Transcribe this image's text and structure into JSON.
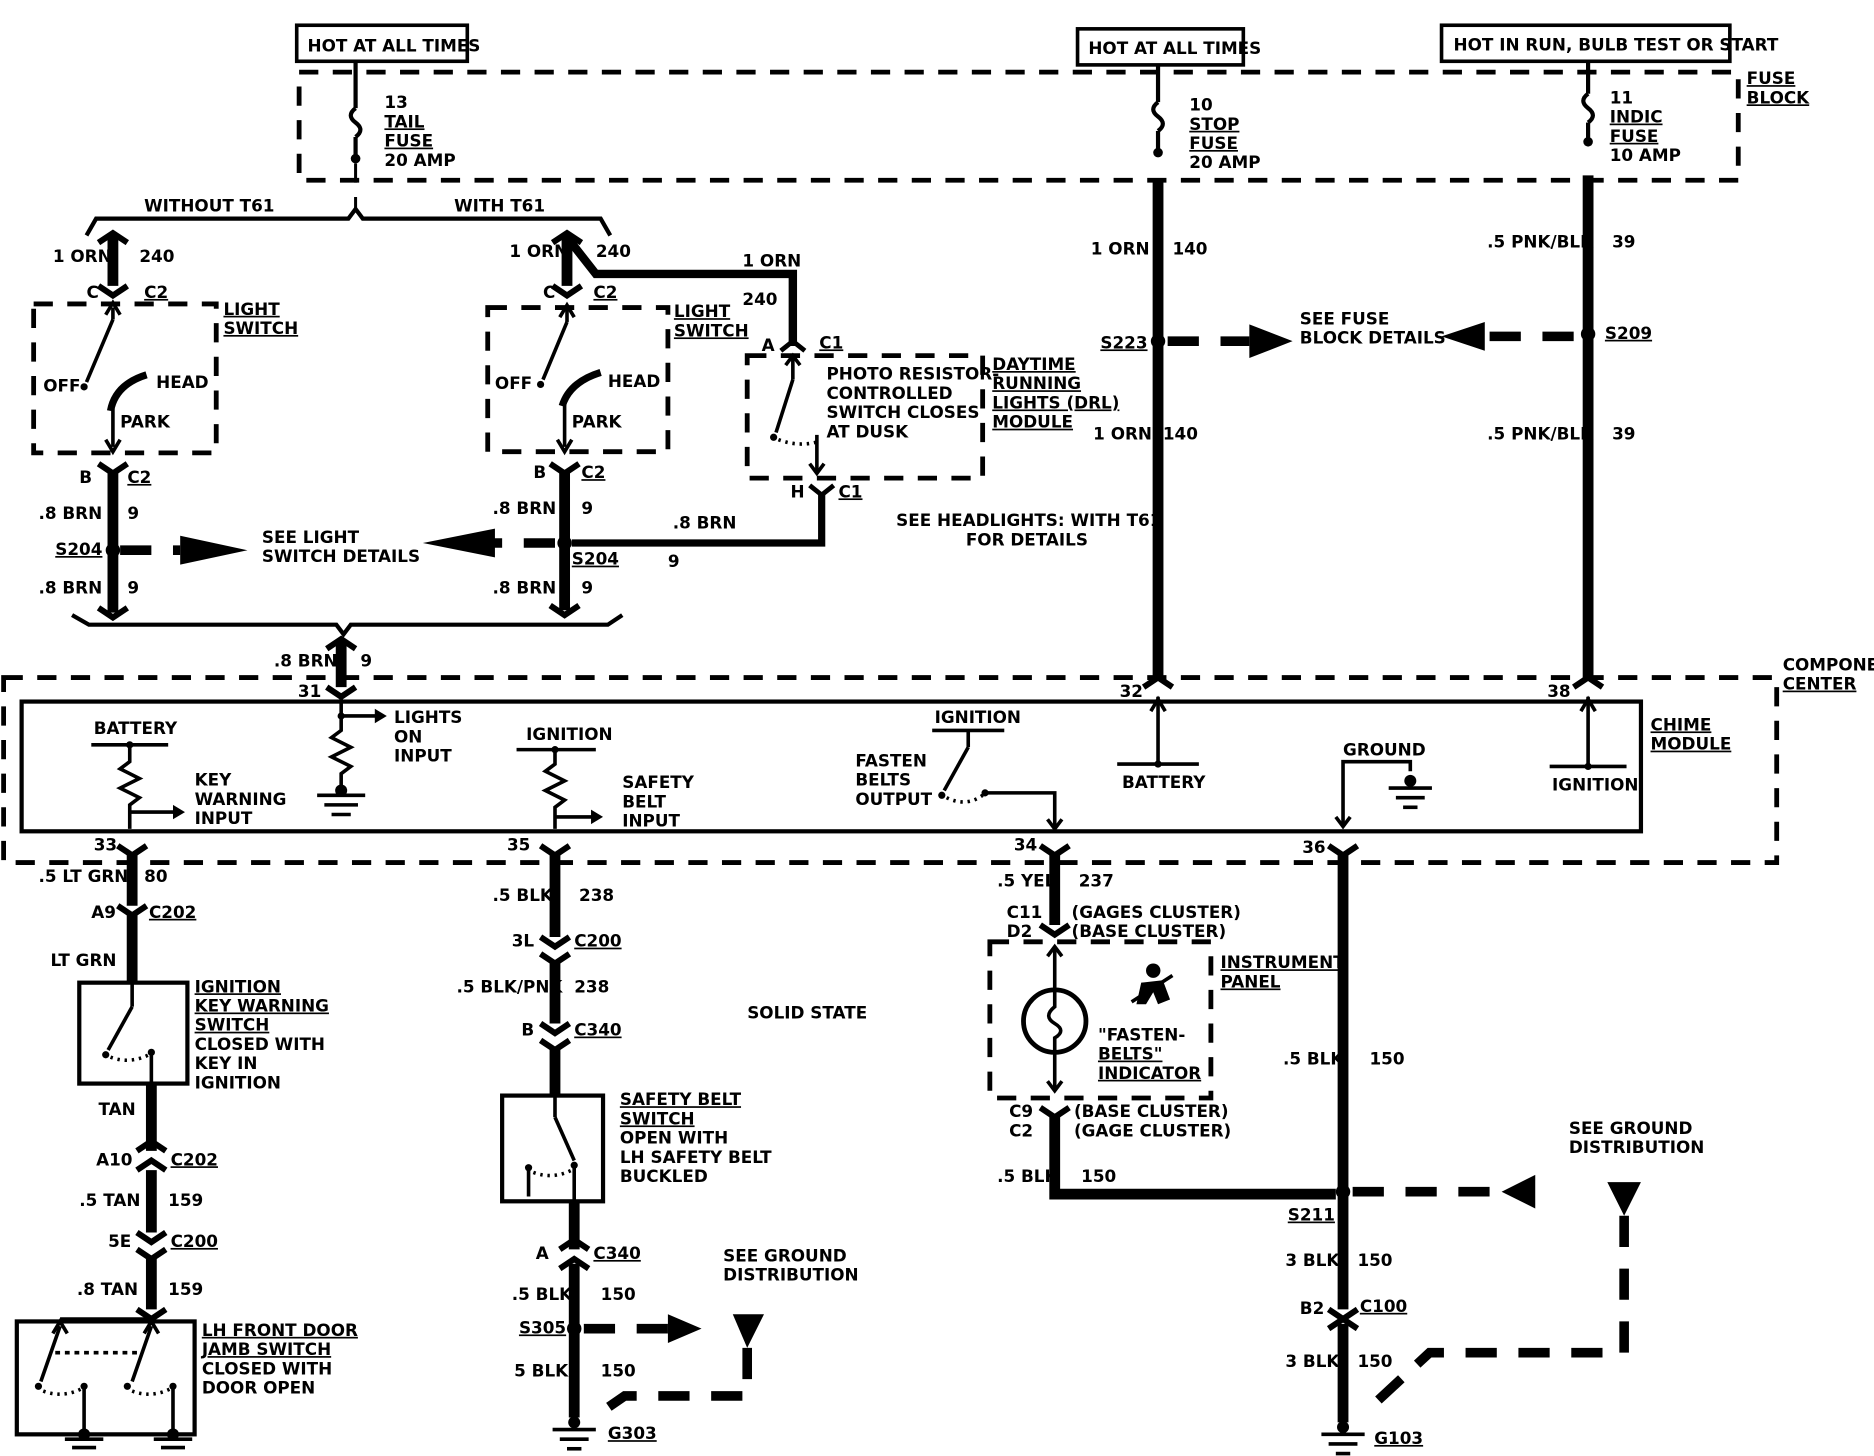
{
  "power": {
    "hot_all_times_1": "HOT AT ALL TIMES",
    "hot_all_times_2": "HOT AT ALL TIMES",
    "hot_run": "HOT IN RUN, BULB TEST OR START",
    "fuse_block_1": "FUSE",
    "fuse_block_2": "BLOCK"
  },
  "fuses": {
    "tail": [
      "13",
      "TAIL",
      "FUSE",
      "20 AMP"
    ],
    "stop": [
      "10",
      "STOP",
      "FUSE",
      "20 AMP"
    ],
    "indic": [
      "11",
      "INDIC",
      "FUSE",
      "10 AMP"
    ]
  },
  "options": {
    "without": "WITHOUT T61",
    "with": "WITH T61"
  },
  "wires": {
    "orn": "1 ORN",
    "c240": "240",
    "c140": "140",
    "pnk_blk": ".5 PNK/BLK",
    "c39": "39",
    "brn": ".8 BRN",
    "c9": "9",
    "lt_grn": ".5 LT GRN",
    "c80": "80",
    "lt_grn2": "LT GRN",
    "tan": "TAN",
    "tan5": ".5 TAN",
    "tan8": ".8 TAN",
    "c159": "159",
    "blk5": ".5 BLK",
    "c238": "238",
    "blk_pnk": ".5 BLK/PNK",
    "blk5b": ".5 BLK",
    "c150": "150",
    "blk_5": "5 BLK",
    "yel": ".5 YEL",
    "c237": "237",
    "blk3": "3 BLK"
  },
  "connectors": {
    "C": "C",
    "C2": "C2",
    "B": "B",
    "A": "A",
    "H": "H",
    "C1": "C1",
    "A9": "A9",
    "C202": "C202",
    "A10": "A10",
    "5E": "5E",
    "C200": "C200",
    "3L": "3L",
    "C340": "C340",
    "C11": "C11",
    "D2": "D2",
    "C9": "C9",
    "B2": "B2",
    "C100": "C100",
    "gages_cluster": "(GAGES CLUSTER)",
    "base_cluster": "(BASE CLUSTER)",
    "base_cluster2": "(BASE CLUSTER)",
    "gage_cluster": "(GAGE CLUSTER)"
  },
  "splices": {
    "S204": "S204",
    "S204b": "S204",
    "S223": "S223",
    "S209": "S209",
    "S305": "S305",
    "S211": "S211"
  },
  "grounds": {
    "G303": "G303",
    "G103": "G103"
  },
  "components": {
    "light_switch": [
      "LIGHT",
      "SWITCH"
    ],
    "off": "OFF",
    "head": "HEAD",
    "park": "PARK",
    "drl_module": [
      "DAYTIME",
      "RUNNING",
      "LIGHTS (DRL)",
      "MODULE"
    ],
    "photo_resistor": [
      "PHOTO RESISTOR-",
      "CONTROLLED",
      "SWITCH CLOSES",
      "AT DUSK"
    ],
    "component_center": [
      "COMPONENT",
      "CENTER"
    ],
    "chime_module": [
      "CHIME",
      "MODULE"
    ],
    "battery": "BATTERY",
    "key_warning": [
      "KEY",
      "WARNING",
      "INPUT"
    ],
    "lights_on": [
      "LIGHTS",
      "ON",
      "INPUT"
    ],
    "ignition": "IGNITION",
    "safety_belt_input": [
      "SAFETY",
      "BELT",
      "INPUT"
    ],
    "ignition2": "IGNITION",
    "fasten_belts_output": [
      "FASTEN",
      "BELTS",
      "OUTPUT"
    ],
    "battery2": "BATTERY",
    "ground": "GROUND",
    "ignition3": "IGNITION",
    "ign_key_switch": [
      "IGNITION",
      "KEY WARNING",
      "SWITCH"
    ],
    "ign_key_switch_note": [
      "CLOSED WITH",
      "KEY IN",
      "IGNITION"
    ],
    "safety_belt_switch": [
      "SAFETY BELT",
      "SWITCH"
    ],
    "safety_belt_note": [
      "OPEN WITH",
      "LH SAFETY BELT",
      "BUCKLED"
    ],
    "door_jamb": [
      "LH FRONT DOOR",
      "JAMB SWITCH"
    ],
    "door_jamb_note": [
      "CLOSED WITH",
      "DOOR OPEN"
    ],
    "instrument_panel": [
      "INSTRUMENT",
      "PANEL"
    ],
    "fasten_indicator": [
      "\"FASTEN-",
      "BELTS\"",
      "INDICATOR"
    ]
  },
  "notes": {
    "see_light_switch": [
      "SEE LIGHT",
      "SWITCH DETAILS"
    ],
    "see_headlights": [
      "SEE  HEADLIGHTS: WITH T61",
      "FOR DETAILS"
    ],
    "see_fuse_block": [
      "SEE FUSE",
      "BLOCK DETAILS"
    ],
    "solid_state": "SOLID STATE",
    "see_ground_1": [
      "SEE GROUND",
      "DISTRIBUTION"
    ],
    "see_ground_2": [
      "SEE GROUND",
      "DISTRIBUTION"
    ]
  },
  "pins": {
    "p31": "31",
    "p32": "32",
    "p38": "38",
    "p33": "33",
    "p35": "35",
    "p34": "34",
    "p36": "36"
  }
}
